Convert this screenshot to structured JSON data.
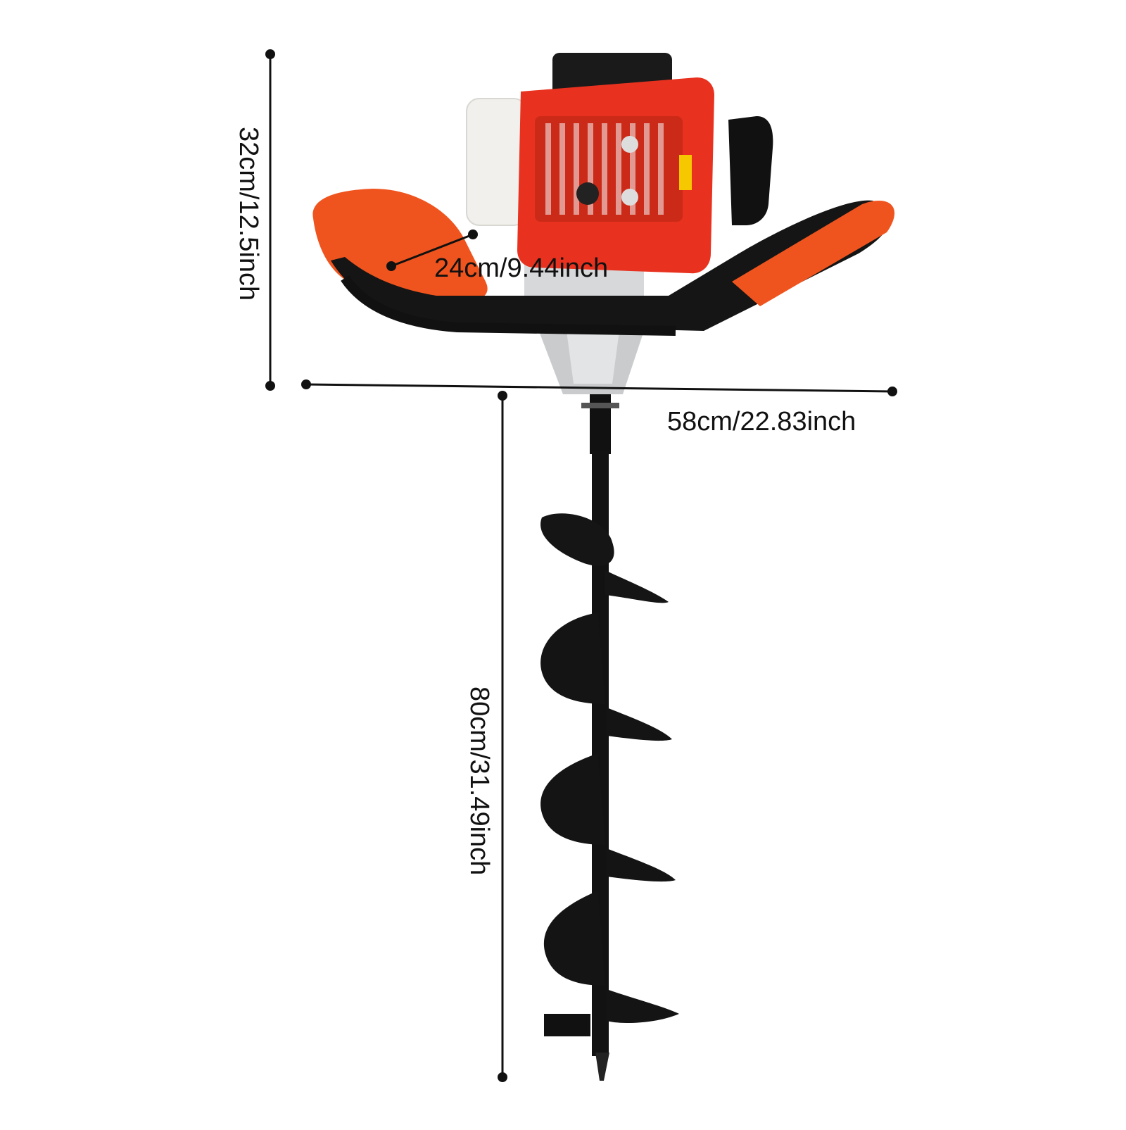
{
  "colors": {
    "engine_red": "#e8321f",
    "handle_orange": "#f0541e",
    "fuel_tank": "#f1f0ec",
    "metal": "#c9cbcd",
    "black": "#111111",
    "line": "#111111"
  },
  "dimensions": {
    "engine_height": "32cm/12.5inch",
    "handle_depth": "24cm/9.44inch",
    "handle_width": "58cm/22.83inch",
    "auger_length": "80cm/31.49inch"
  },
  "product": {
    "icon": "earth-auger-icon"
  }
}
